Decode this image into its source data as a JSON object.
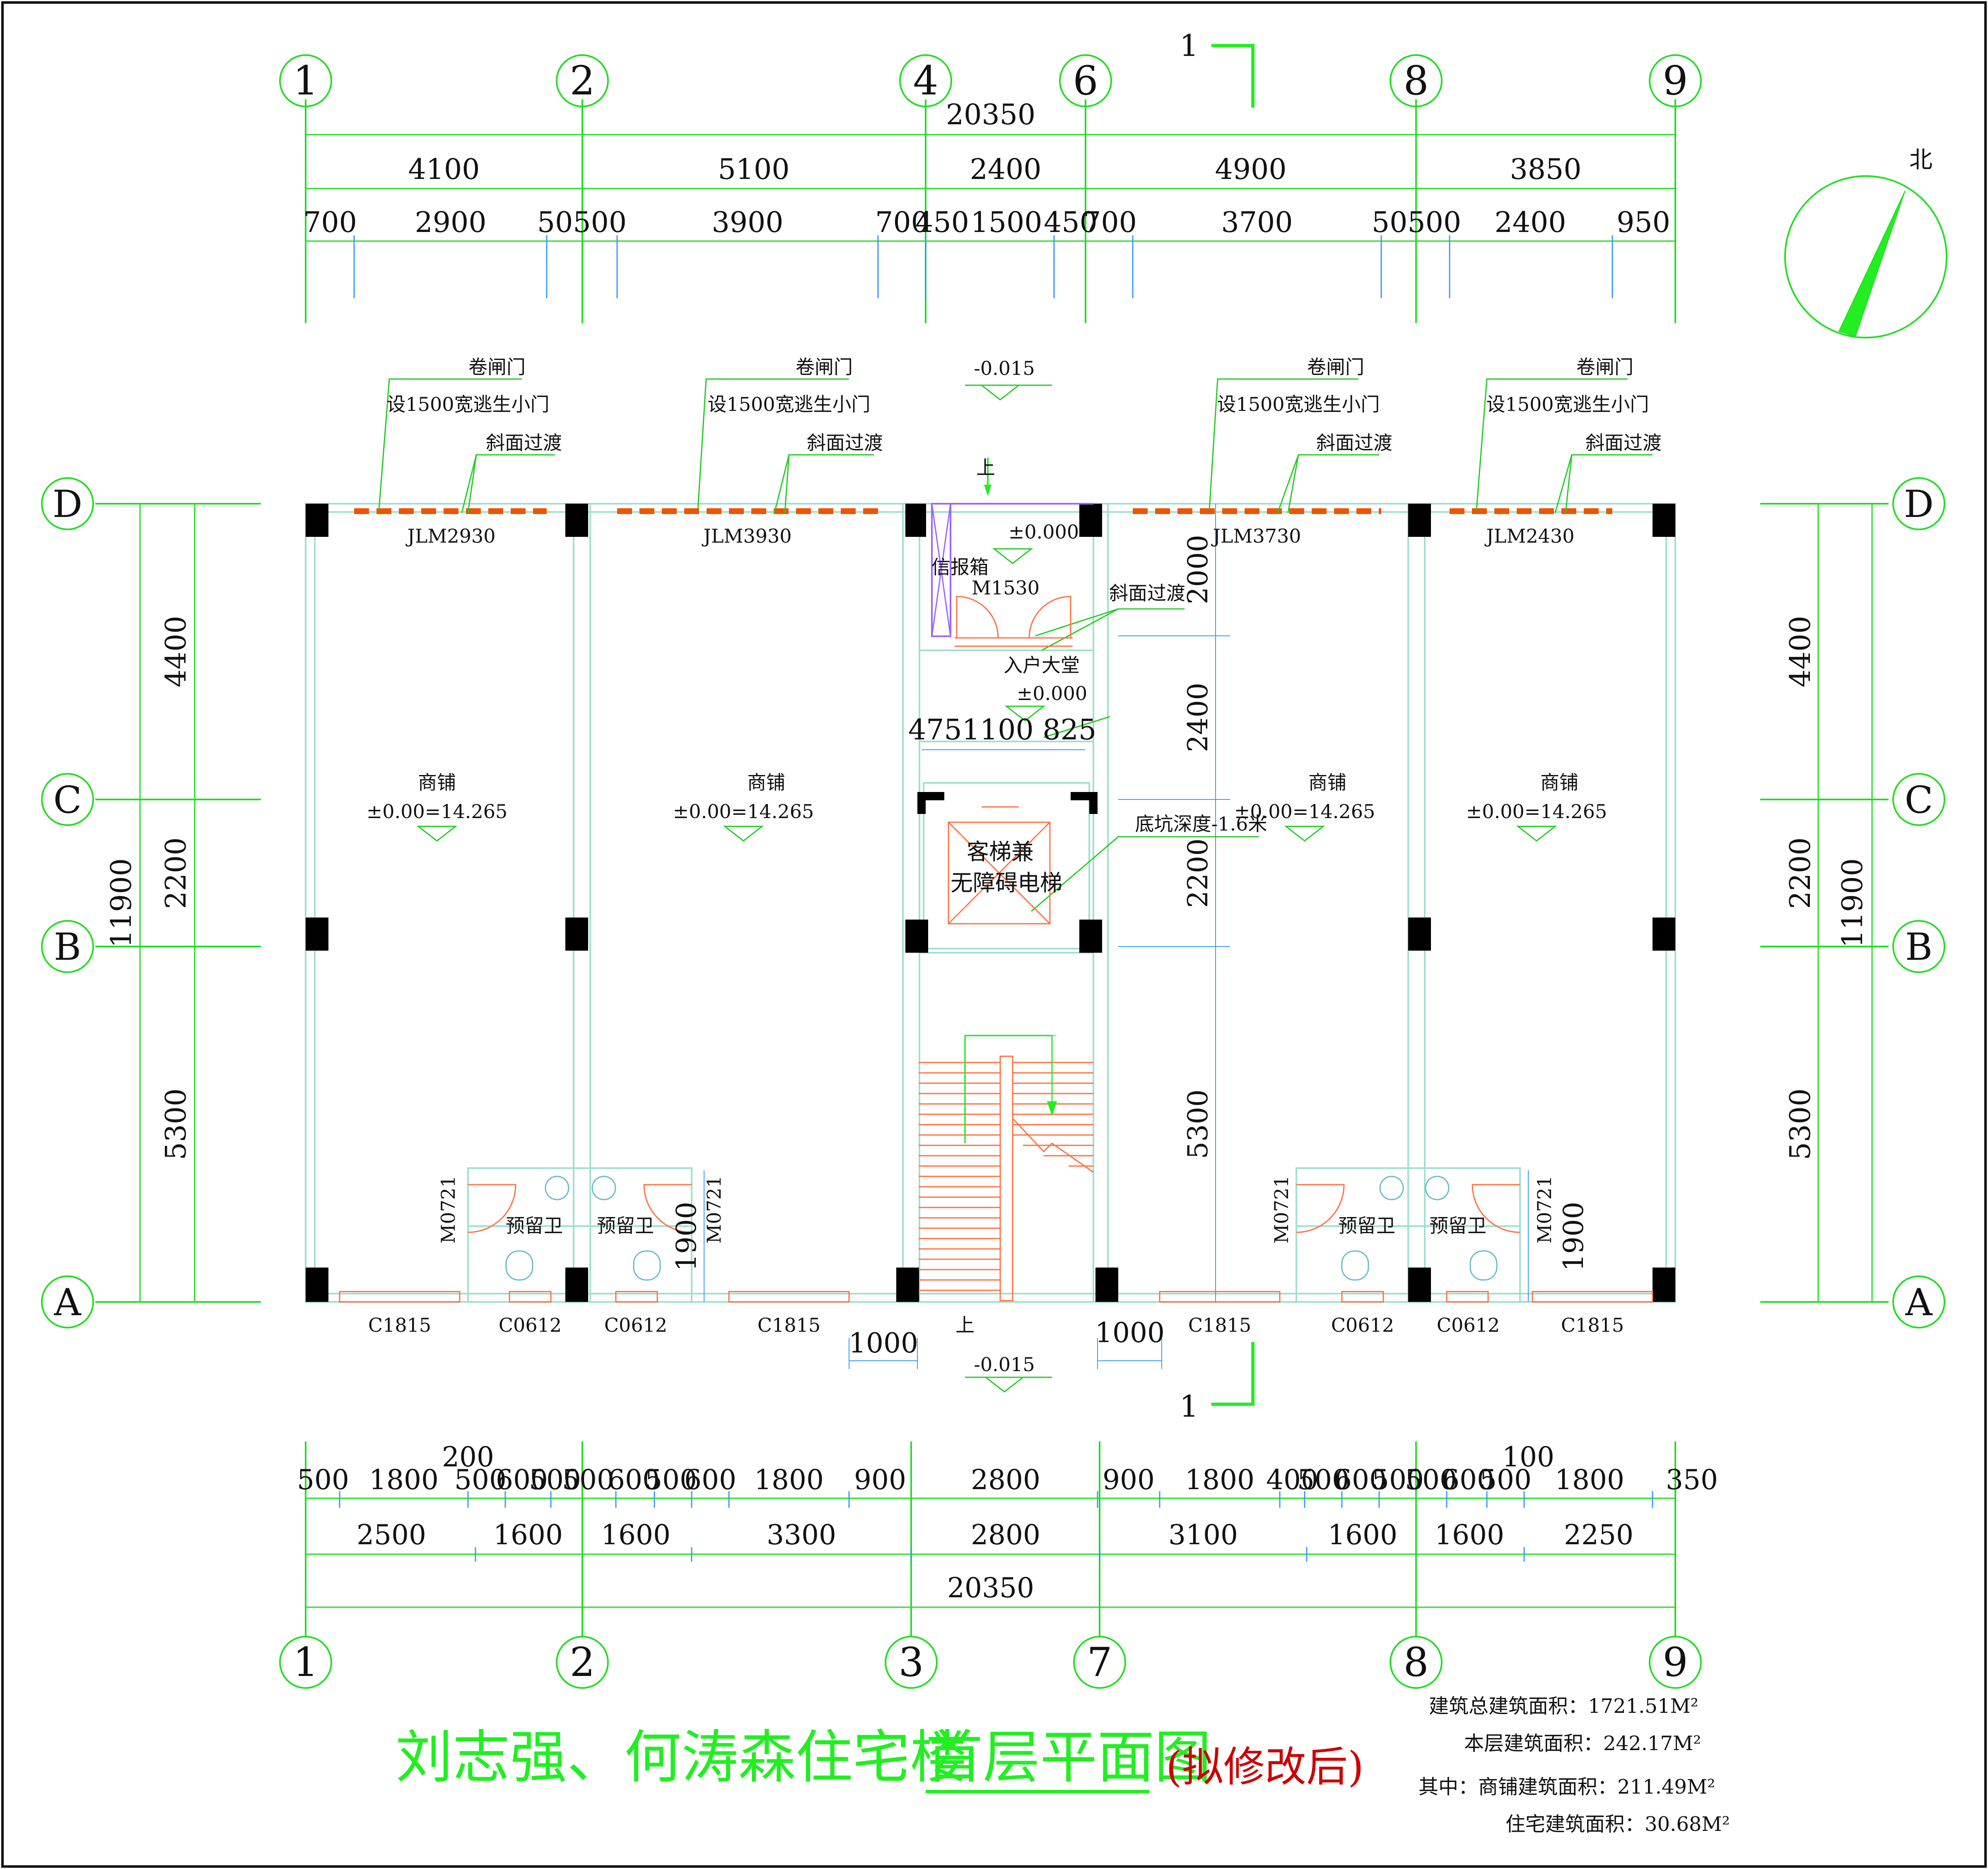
{
  "colors": {
    "axis": "#22dd22",
    "wall": "#9fe0d0",
    "column": "#000000",
    "door": "#ee5500",
    "stair": "#ff7040",
    "leader": "#22cc22",
    "title": "#22ee22",
    "subtitle": "#cc0000",
    "text": "#111111",
    "purple": "#9966ff",
    "faint": "#99ccff"
  },
  "section_marks": {
    "top": "1",
    "bottom": "1"
  },
  "north_label": "北",
  "axes_top": [
    "1",
    "2",
    "4",
    "6",
    "8",
    "9"
  ],
  "axes_bottom": [
    "1",
    "2",
    "3",
    "7",
    "8",
    "9"
  ],
  "axes_rows": [
    "D",
    "C",
    "B",
    "A"
  ],
  "dims_top": {
    "total": "20350",
    "bays": [
      "4100",
      "5100",
      "2400",
      "4900",
      "3850"
    ],
    "detail": [
      "700",
      "2900",
      "50500",
      "3900",
      "700",
      "450",
      "1500",
      "450",
      "700",
      "3700",
      "50500",
      "2400",
      "950"
    ]
  },
  "dims_bottom": {
    "row1": [
      "500",
      "1800",
      "500",
      "600",
      "500",
      "500",
      "600",
      "500",
      "600",
      "1800",
      "900",
      "2800",
      "900",
      "1800",
      "400",
      "500",
      "600",
      "500",
      "500",
      "600",
      "500",
      "1800",
      "350"
    ],
    "row1_extra": [
      "200",
      "100"
    ],
    "row2": [
      "2500",
      "1600",
      "1600",
      "3300",
      "2800",
      "3100",
      "1600",
      "1600",
      "2250"
    ],
    "total": "20350"
  },
  "dims_side": {
    "segments": [
      "4400",
      "2200",
      "5300"
    ],
    "total": "11900"
  },
  "shop_doors": [
    {
      "line1": "卷闸门",
      "line2": "设1500宽逃生小门",
      "line3": "斜面过渡",
      "code": "JLM2930"
    },
    {
      "line1": "卷闸门",
      "line2": "设1500宽逃生小门",
      "line3": "斜面过渡",
      "code": "JLM3930"
    },
    {
      "line1": "卷闸门",
      "line2": "设1500宽逃生小门",
      "line3": "斜面过渡",
      "code": "JLM3730"
    },
    {
      "line1": "卷闸门",
      "line2": "设1500宽逃生小门",
      "line3": "斜面过渡",
      "code": "JLM2430"
    }
  ],
  "levels": {
    "outside_top": "-0.015",
    "lobby_upper": "±0.000",
    "lobby_lower": "±0.000",
    "outside_bottom": "-0.015"
  },
  "rooms": {
    "shop_name": "商铺",
    "shop_level": "±0.00=14.265",
    "mailbox": "信报箱",
    "lobby_door": "M1530",
    "lobby_slope": "斜面过渡",
    "lobby": "入户大堂",
    "lobby_dims": "4751100 825",
    "elevator_line1": "客梯兼",
    "elevator_line2": "无障碍电梯",
    "pit": "底坑深度-1.6米",
    "stair_up_top": "上",
    "stair_up_bottom": "上",
    "toilet": "预留卫",
    "toilet_door": "M0721"
  },
  "middle_dims": {
    "d2000": "2000",
    "d2400": "2400",
    "d2200": "2200",
    "d5300": "5300",
    "d1900": "1900",
    "d1000": "1000"
  },
  "windows": [
    "C1815",
    "C0612",
    "C0612",
    "C1815",
    "C1815",
    "C0612",
    "C0612",
    "C1815"
  ],
  "title": {
    "main": "刘志强、何涛森住宅楼",
    "sub": "首层平面图",
    "note": "(拟修改后)"
  },
  "area_notes": [
    "建筑总建筑面积：1721.51M²",
    "本层建筑面积：242.17M²",
    "其中：商铺建筑面积：211.49M²",
    "住宅建筑面积：30.68M²"
  ]
}
